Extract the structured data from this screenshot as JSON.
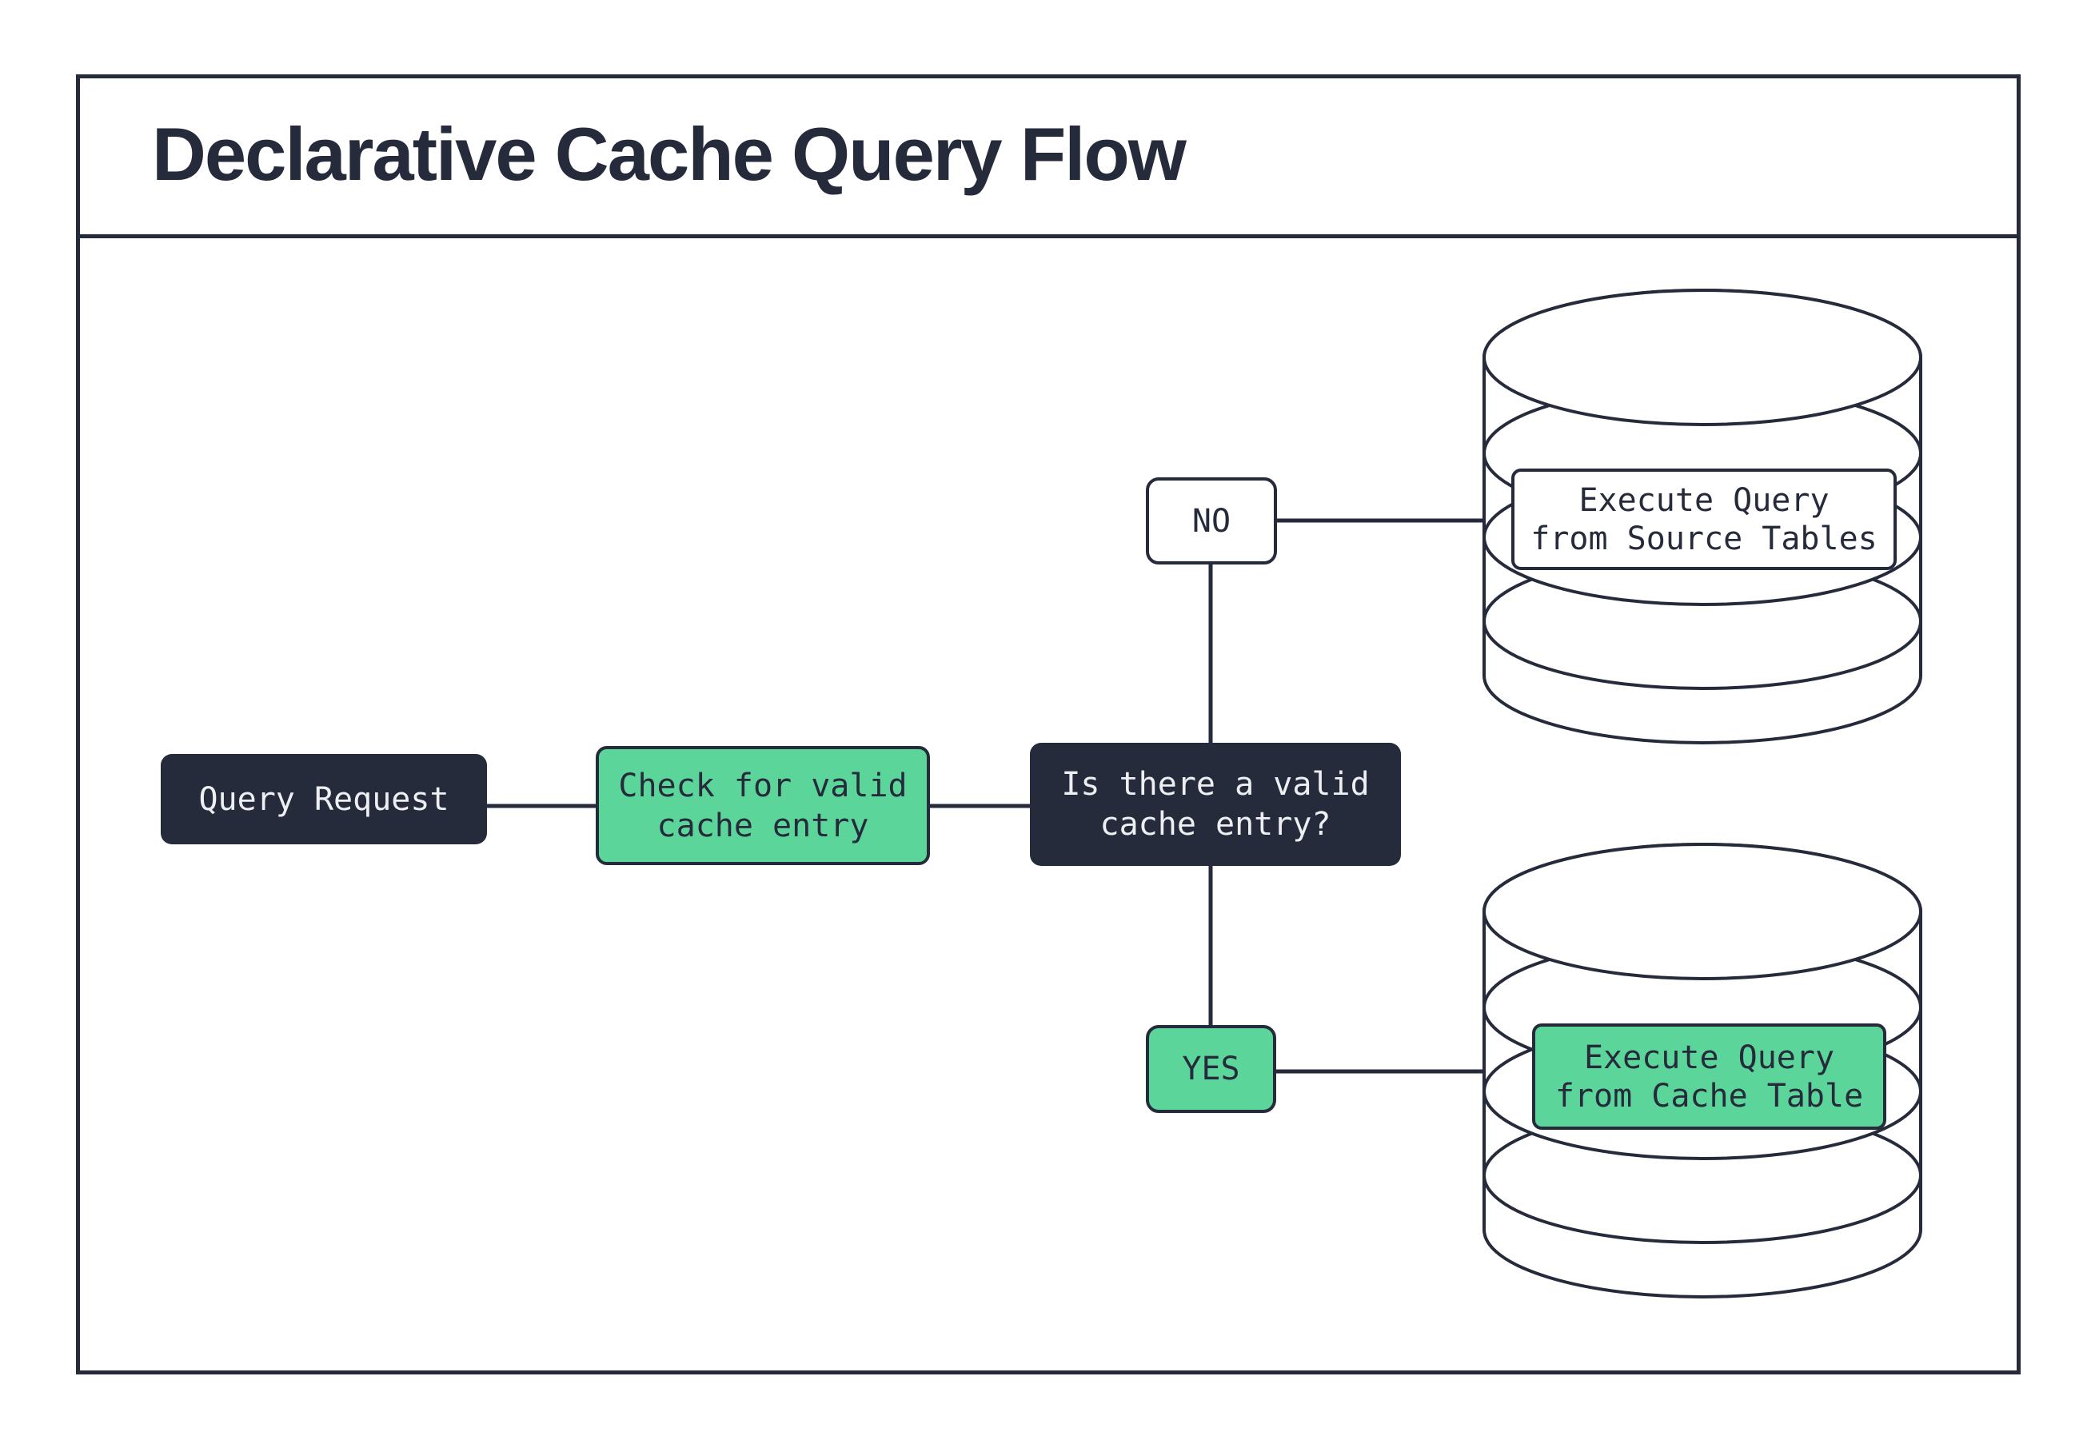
{
  "title": "Declarative Cache Query Flow",
  "colors": {
    "ink": "#262b3b",
    "green": "#5cd59a",
    "paper": "#ffffff",
    "light_text": "#edeff2"
  },
  "nodes": {
    "query_request": {
      "label": "Query Request"
    },
    "check_cache": {
      "line1": "Check for valid",
      "line2": "cache entry"
    },
    "decision": {
      "line1": "Is there a valid",
      "line2": "cache entry?"
    },
    "edge_no": {
      "label": "NO"
    },
    "edge_yes": {
      "label": "YES"
    },
    "source_db": {
      "line1": "Execute Query",
      "line2": "from Source Tables"
    },
    "cache_db": {
      "line1": "Execute Query",
      "line2": "from Cache Table"
    }
  }
}
